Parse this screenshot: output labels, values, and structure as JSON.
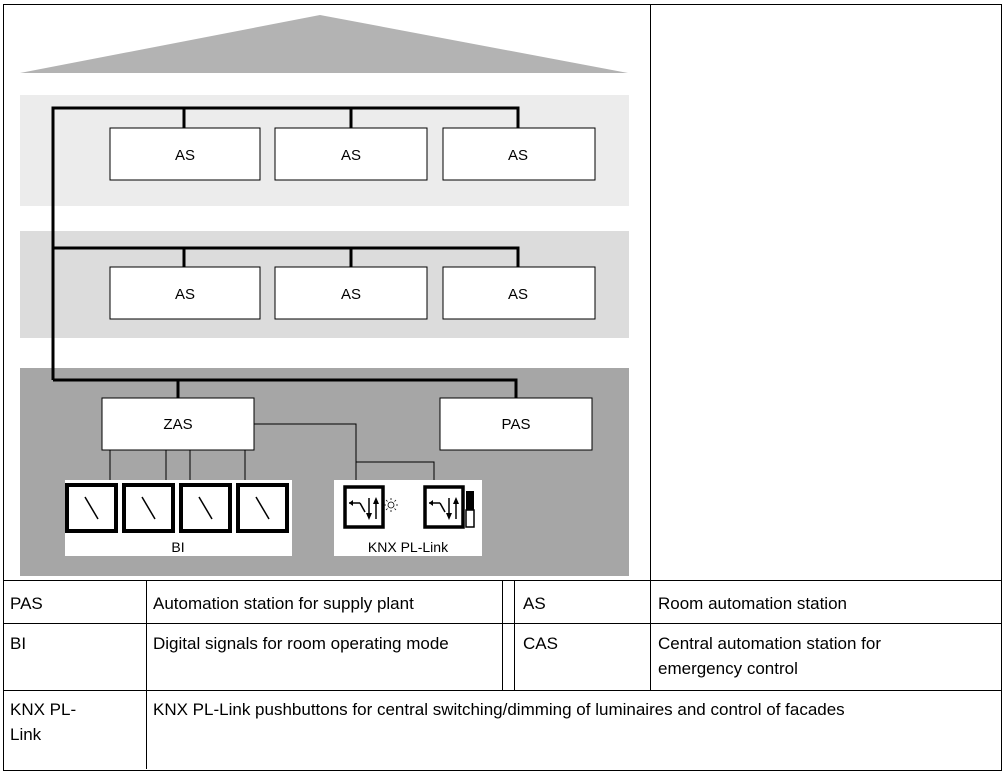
{
  "diagram": {
    "upper_floor_stations": [
      "AS",
      "AS",
      "AS"
    ],
    "middle_floor_stations": [
      "AS",
      "AS",
      "AS"
    ],
    "central_station": "ZAS",
    "plant_station": "PAS",
    "bi_label": "BI",
    "knx_label": "KNX PL-Link"
  },
  "legend": {
    "row1": {
      "abbr1": "PAS",
      "desc1": "Automation station for supply plant",
      "abbr2": "AS",
      "desc2": "Room automation station"
    },
    "row2": {
      "abbr1": "BI",
      "desc1": "Digital signals for room operating mode",
      "abbr2": "CAS",
      "desc2": "Central automation station for emergency control"
    },
    "row3": {
      "abbr1": "KNX PL-Link",
      "desc1": "KNX PL-Link pushbuttons for central switching/dimming of luminaires and control of facades"
    }
  },
  "colors": {
    "floor_light": "#ececec",
    "floor_mid": "#dcdcdc",
    "floor_dark": "#a6a6a6",
    "roof": "#b3b3b3"
  }
}
